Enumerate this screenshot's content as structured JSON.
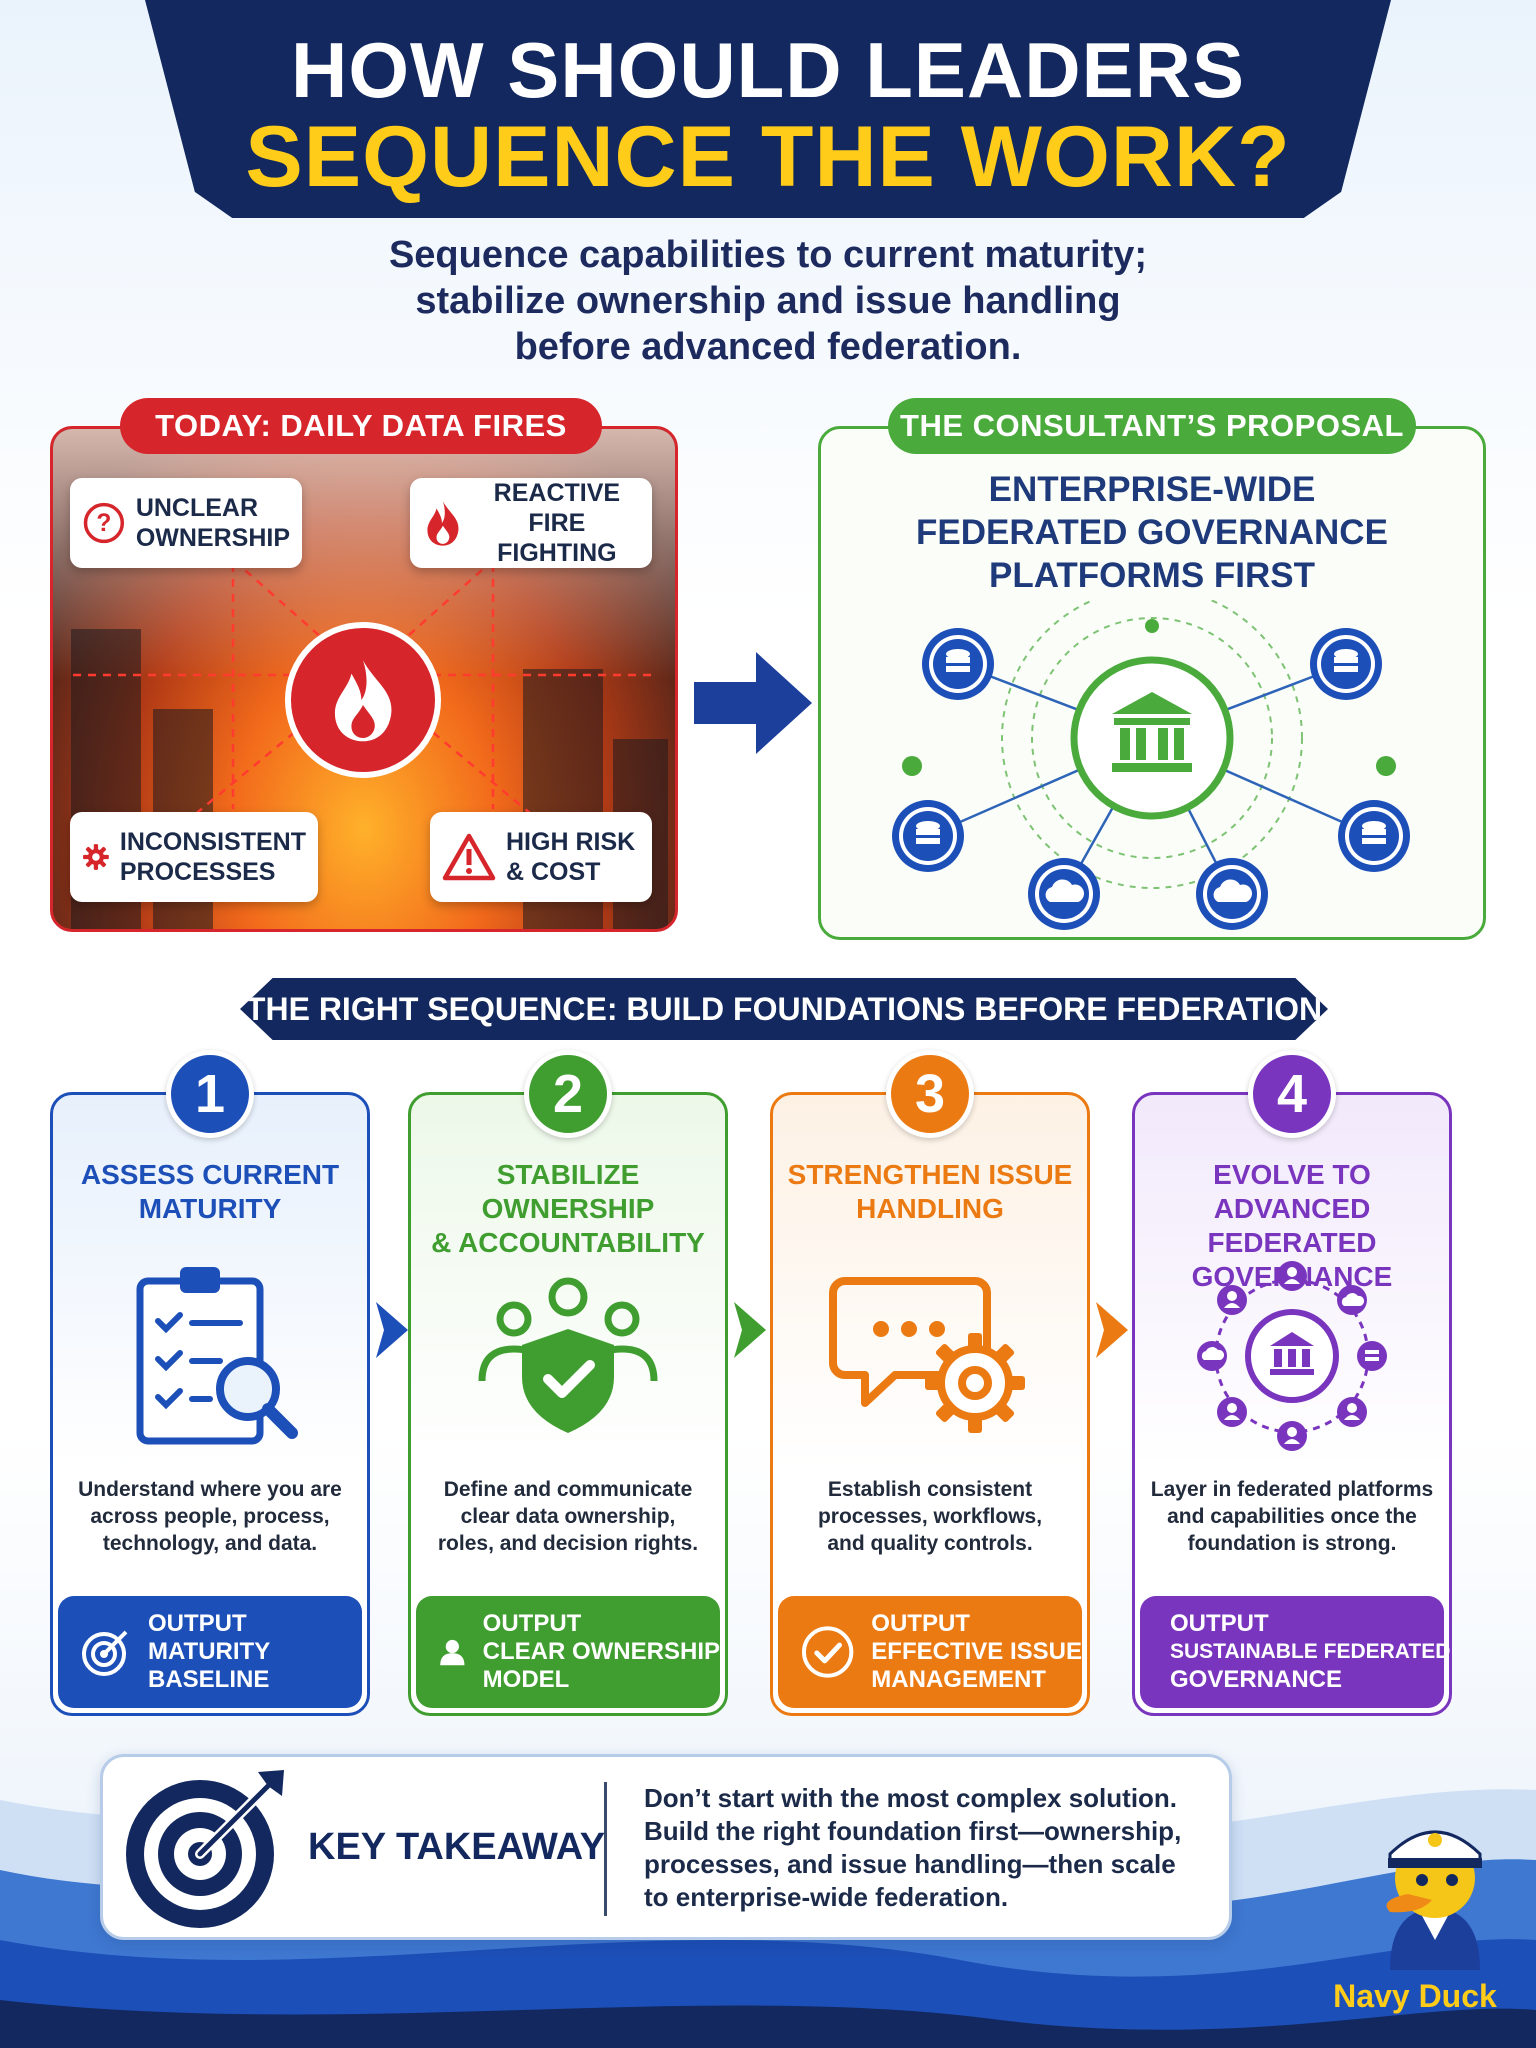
{
  "header": {
    "title_line1": "HOW SHOULD LEADERS",
    "title_line2": "SEQUENCE THE WORK?"
  },
  "subtitle": {
    "line1": "Sequence capabilities to current maturity;",
    "line2": "stabilize ownership and issue handling",
    "line3": "before advanced federation."
  },
  "today": {
    "tag": "TODAY: DAILY DATA FIRES",
    "tiles": [
      {
        "icon": "question-icon",
        "line1": "UNCLEAR",
        "line2": "OWNERSHIP"
      },
      {
        "icon": "flame-icon",
        "line1": "REACTIVE",
        "line2": "FIRE FIGHTING"
      },
      {
        "icon": "gear-icon",
        "line1": "INCONSISTENT",
        "line2": "PROCESSES"
      },
      {
        "icon": "warning-icon",
        "line1": "HIGH RISK",
        "line2": "& COST"
      }
    ],
    "accent": "#d6262b"
  },
  "proposal": {
    "tag": "THE CONSULTANT’S PROPOSAL",
    "title_line1": "ENTERPRISE-WIDE",
    "title_line2": "FEDERATED GOVERNANCE",
    "title_line3": "PLATFORMS FIRST",
    "accent": "#4aab3c"
  },
  "sequence_banner": "THE RIGHT SEQUENCE: BUILD FOUNDATIONS BEFORE FEDERATION",
  "steps": [
    {
      "number": "1",
      "color": "#1d4fb8",
      "light": "#eaf2fc",
      "title_line1": "ASSESS CURRENT",
      "title_line2": "MATURITY",
      "icon": "checklist-magnifier-icon",
      "desc_line1": "Understand where you are",
      "desc_line2": "across people, process,",
      "desc_line3": "technology, and data.",
      "output_label": "OUTPUT",
      "output_line1": "MATURITY",
      "output_line2": "BASELINE",
      "output_icon": "target-icon"
    },
    {
      "number": "2",
      "color": "#3f9e2f",
      "light": "#eef8ea",
      "title_line1": "STABILIZE OWNERSHIP",
      "title_line2": "& ACCOUNTABILITY",
      "icon": "team-shield-icon",
      "desc_line1": "Define and communicate",
      "desc_line2": "clear data ownership,",
      "desc_line3": "roles, and decision rights.",
      "output_label": "OUTPUT",
      "output_line1": "CLEAR OWNERSHIP",
      "output_line2": "MODEL",
      "output_icon": "person-icon"
    },
    {
      "number": "3",
      "color": "#ec7a12",
      "light": "#fdf3e8",
      "title_line1": "STRENGTHEN ISSUE",
      "title_line2": "HANDLING",
      "icon": "chat-gear-icon",
      "desc_line1": "Establish consistent",
      "desc_line2": "processes, workflows,",
      "desc_line3": "and quality controls.",
      "output_label": "OUTPUT",
      "output_line1": "EFFECTIVE ISSUE",
      "output_line2": "MANAGEMENT",
      "output_icon": "check-circle-icon"
    },
    {
      "number": "4",
      "color": "#7a35bf",
      "light": "#f4ecfb",
      "title_line1": "EVOLVE TO ADVANCED",
      "title_line2": "FEDERATED GOVERNANCE",
      "icon": "federation-network-icon",
      "desc_line1": "Layer in federated platforms",
      "desc_line2": "and capabilities once the",
      "desc_line3": "foundation is strong.",
      "output_label": "OUTPUT",
      "output_line1": "SUSTAINABLE FEDERATED",
      "output_line2": "GOVERNANCE",
      "output_icon": "growth-chart-icon"
    }
  ],
  "takeaway": {
    "label": "KEY TAKEAWAY",
    "line1": "Don’t start with the most complex solution.",
    "line2": "Build the right foundation first—ownership,",
    "line3": "processes, and issue handling—then scale",
    "line4": "to enterprise-wide federation."
  },
  "brand": "Navy Duck",
  "colors": {
    "navy": "#12285e",
    "yellow": "#ffcc1a"
  }
}
